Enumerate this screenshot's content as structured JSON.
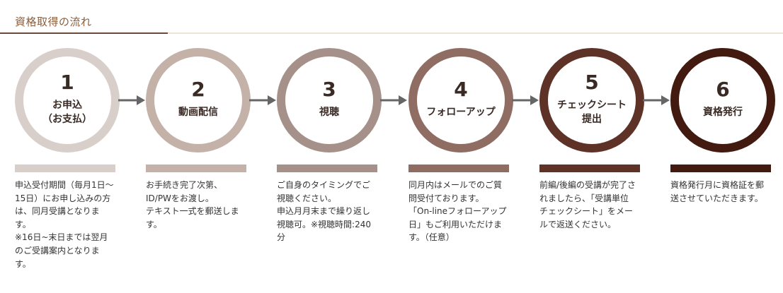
{
  "heading": "資格取得の流れ",
  "steps": [
    {
      "number": "1",
      "label": "お申込\n（お支払）",
      "color": "#d9cfca",
      "description": "申込受付期間（毎月1日～\n15日）にお申し込みの方\nは、同月受講となりま\nす。\n※16日~末日までは翌月\nのご受講案内となりま\nす。"
    },
    {
      "number": "2",
      "label": "動画配信",
      "color": "#c4b2a9",
      "description": "お手続き完了次第、\nID/PWをお渡し。\nテキスト一式を郵送しま\nす。"
    },
    {
      "number": "3",
      "label": "視聴",
      "color": "#a6908a",
      "description": "ご自身のタイミングでご\n視聴ください。\n申込月月末まで繰り返し\n視聴可。※視聴時間:240\n分"
    },
    {
      "number": "4",
      "label": "フォローアップ",
      "color": "#8f6d62",
      "description": "同月内はメールでのご質\n問受付ております。\n「On-lineフォローアップ\n日」もご利用いただけま\nす。（任意）"
    },
    {
      "number": "5",
      "label": "チェックシート\n提出",
      "color": "#5e3226",
      "description": "前編/後編の受講が完了さ\nれましたら、「受講単位\nチェックシート」をメー\nルで返送ください。"
    },
    {
      "number": "6",
      "label": "資格発行",
      "color": "#431a0f",
      "description": "資格発行月に資格証を郵\n送させていただきます。"
    }
  ],
  "arrow_color": "#666666"
}
